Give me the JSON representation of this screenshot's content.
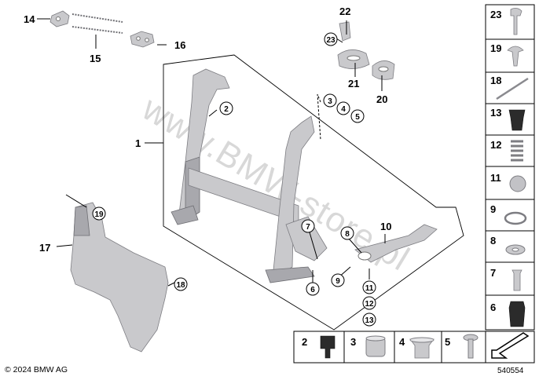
{
  "callouts_plain": [
    {
      "id": "14",
      "label": "14"
    },
    {
      "id": "15",
      "label": "15"
    },
    {
      "id": "16",
      "label": "16"
    },
    {
      "id": "22",
      "label": "22"
    },
    {
      "id": "21",
      "label": "21"
    },
    {
      "id": "20",
      "label": "20"
    },
    {
      "id": "1",
      "label": "1"
    },
    {
      "id": "17",
      "label": "17"
    },
    {
      "id": "10",
      "label": "10"
    }
  ],
  "callouts_circled": [
    {
      "id": "23",
      "label": "23"
    },
    {
      "id": "2",
      "label": "2"
    },
    {
      "id": "3",
      "label": "3"
    },
    {
      "id": "4",
      "label": "4"
    },
    {
      "id": "5",
      "label": "5"
    },
    {
      "id": "19",
      "label": "19"
    },
    {
      "id": "7",
      "label": "7"
    },
    {
      "id": "8",
      "label": "8"
    },
    {
      "id": "9",
      "label": "9"
    },
    {
      "id": "6",
      "label": "6"
    },
    {
      "id": "18",
      "label": "18"
    },
    {
      "id": "11",
      "label": "11"
    },
    {
      "id": "12",
      "label": "12"
    },
    {
      "id": "13",
      "label": "13"
    }
  ],
  "side_panel": [
    "23",
    "19",
    "18",
    "13",
    "12",
    "11",
    "9",
    "8",
    "7",
    "6"
  ],
  "bottom_panel": [
    "2",
    "3",
    "4",
    "5"
  ],
  "watermark": "www.BMW-store.pl",
  "copyright": "© 2024 BMW AG",
  "doc_number": "540554",
  "colors": {
    "metal": "#c9c9cc",
    "outline": "#7d7d82",
    "dark_part": "#2b2b2b"
  }
}
